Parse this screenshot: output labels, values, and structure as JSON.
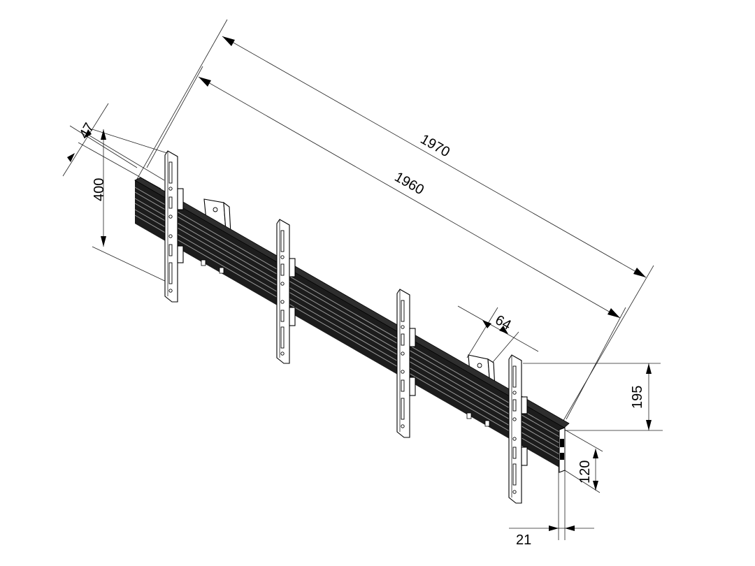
{
  "dimensions": {
    "overall_length": "1970",
    "rail_length": "1960",
    "vesa_height": "400",
    "depth_offset": "47",
    "spacer_width": "64",
    "mount_height": "195",
    "rail_height": "120",
    "wall_distance": "21"
  },
  "colors": {
    "rail": "#1c1c1c",
    "line": "#000000",
    "background": "#ffffff"
  }
}
